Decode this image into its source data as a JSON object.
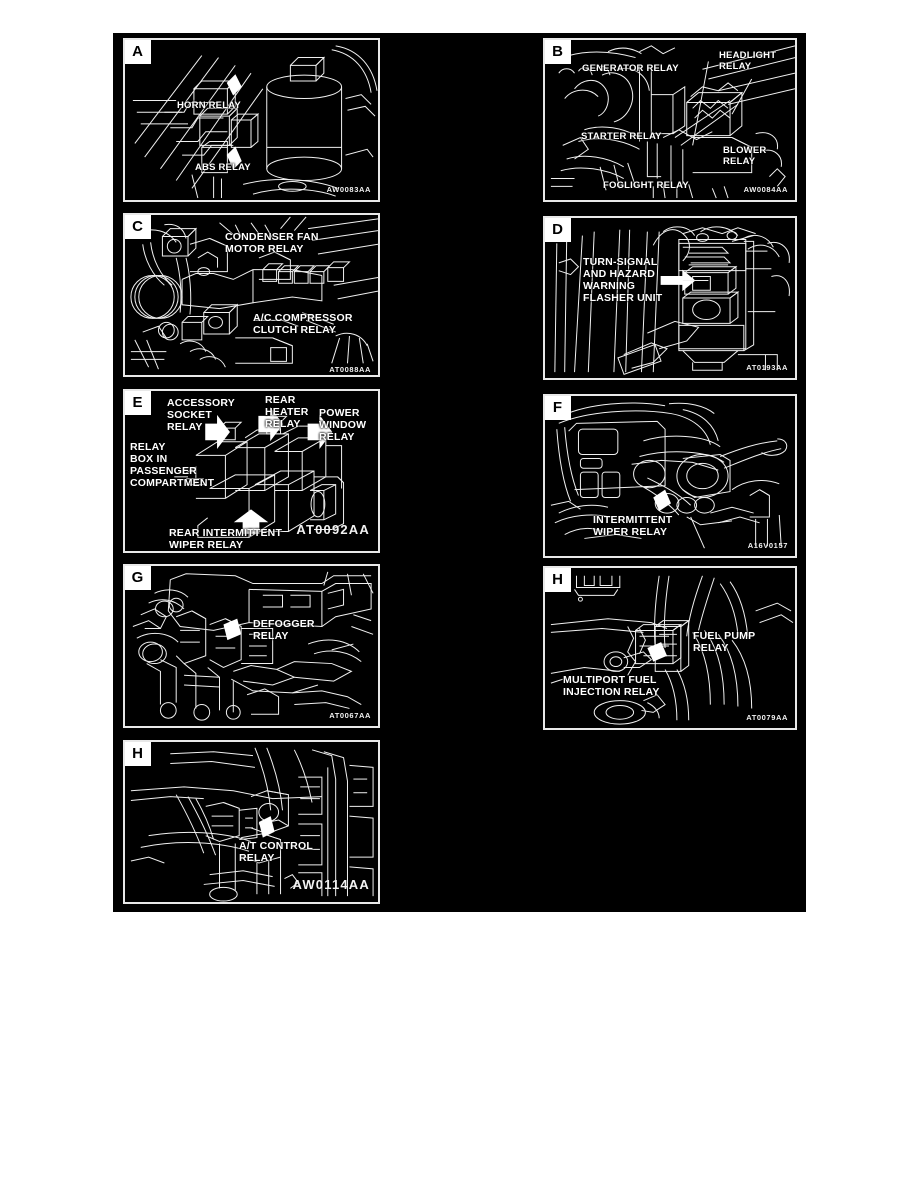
{
  "document": {
    "kind": "service-manual-figure-page",
    "background_color": "#000000",
    "page_color": "#ffffff",
    "line_color": "#f0f0f0"
  },
  "panels": [
    {
      "letter": "A",
      "code": "AW0083AA",
      "callouts": [
        {
          "text": "HORN RELAY"
        },
        {
          "text": "ABS RELAY"
        }
      ]
    },
    {
      "letter": "B",
      "code": "AW0084AA",
      "callouts": [
        {
          "text": "GENERATOR RELAY"
        },
        {
          "text": "HEADLIGHT\nRELAY"
        },
        {
          "text": "STARTER RELAY"
        },
        {
          "text": "BLOWER\nRELAY"
        },
        {
          "text": "FOGLIGHT RELAY"
        }
      ]
    },
    {
      "letter": "C",
      "code": "AT0088AA",
      "callouts": [
        {
          "text": "CONDENSER FAN\nMOTOR RELAY"
        },
        {
          "text": "A/C COMPRESSOR\nCLUTCH RELAY"
        }
      ]
    },
    {
      "letter": "D",
      "code": "AT0193AA",
      "callouts": [
        {
          "text": "TURN-SIGNAL\nAND HAZARD\nWARNING\nFLASHER UNIT"
        }
      ]
    },
    {
      "letter": "E",
      "code": "AT0092AA",
      "callouts": [
        {
          "text": "ACCESSORY\nSOCKET\nRELAY"
        },
        {
          "text": "REAR\nHEATER\nRELAY"
        },
        {
          "text": "POWER\nWINDOW\nRELAY"
        },
        {
          "text": "RELAY\nBOX IN\nPASSENGER\nCOMPARTMENT"
        },
        {
          "text": "REAR INTERMITTENT\nWIPER RELAY"
        }
      ]
    },
    {
      "letter": "F",
      "code": "A16V0157",
      "callouts": [
        {
          "text": "INTERMITTENT\nWIPER RELAY"
        }
      ]
    },
    {
      "letter": "G",
      "code": "AT0067AA",
      "callouts": [
        {
          "text": "DEFOGGER\nRELAY"
        }
      ]
    },
    {
      "letter": "H",
      "code": "AT0079AA",
      "callouts": [
        {
          "text": "FUEL PUMP\nRELAY"
        },
        {
          "text": "MULTIPORT FUEL\nINJECTION RELAY"
        }
      ]
    },
    {
      "letter": "H",
      "code": "AW0114AA",
      "callouts": [
        {
          "text": "A/T CONTROL\nRELAY"
        }
      ]
    }
  ]
}
